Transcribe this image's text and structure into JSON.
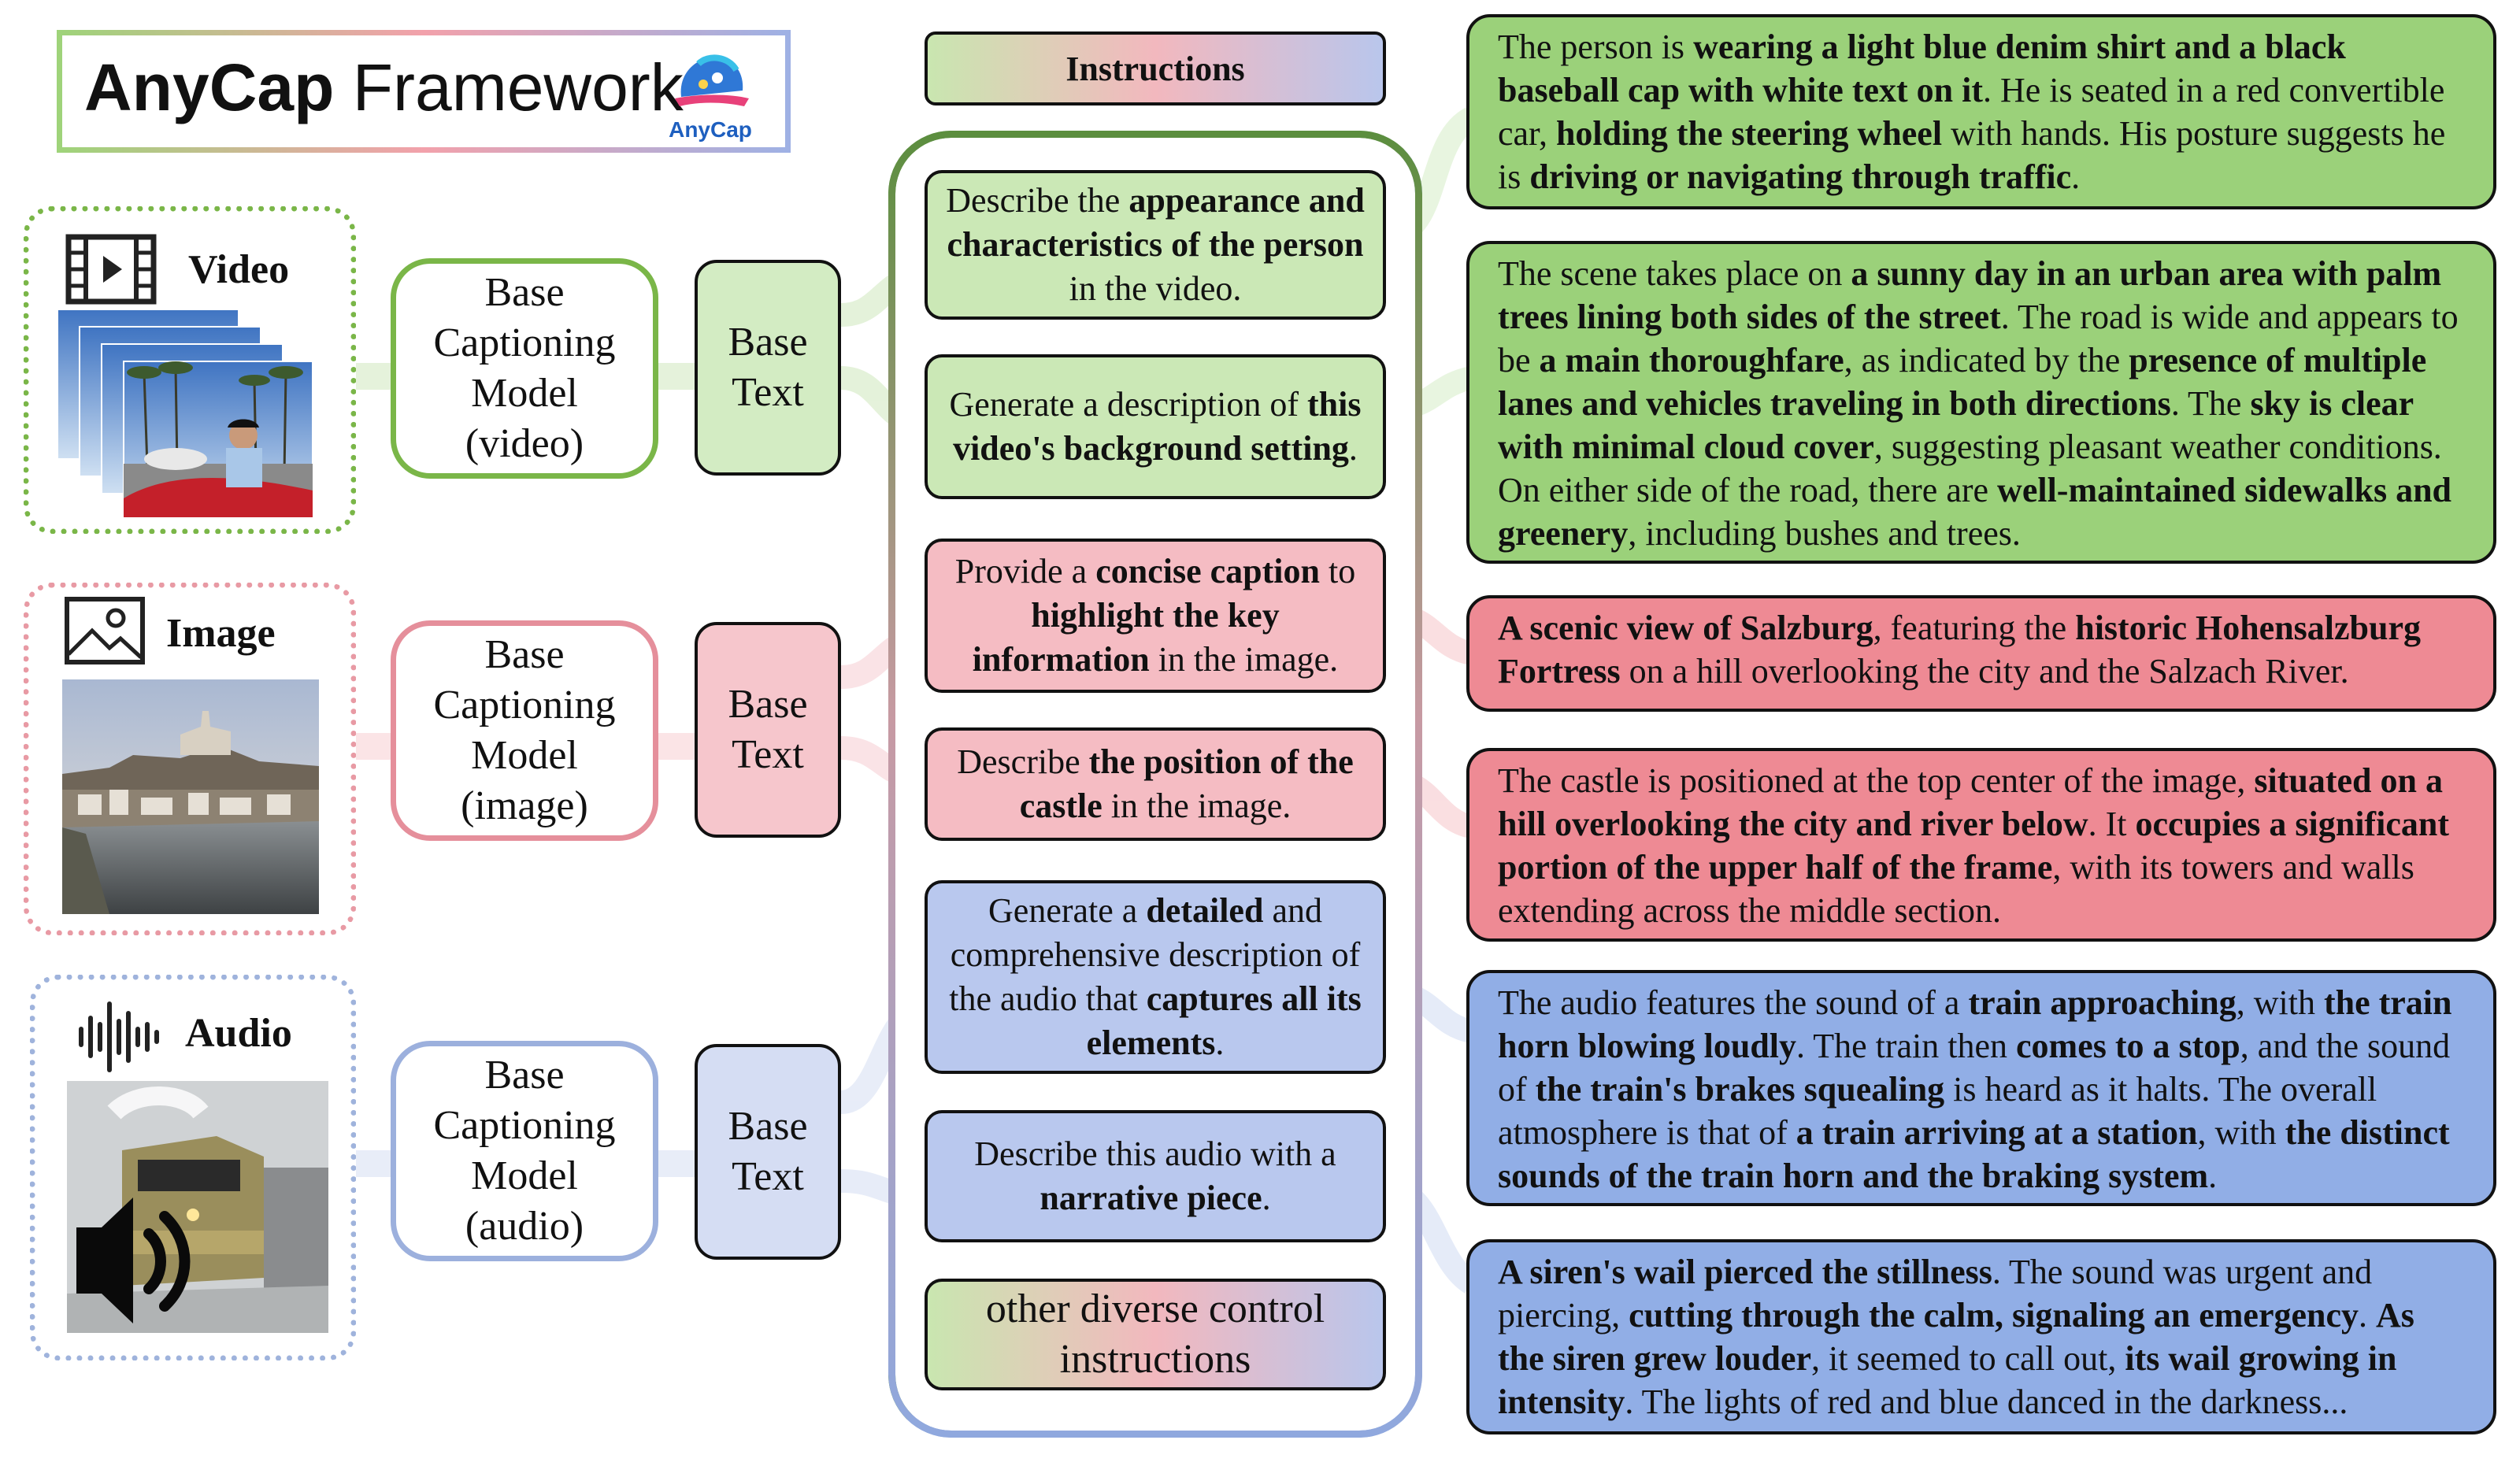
{
  "title": {
    "bold": "AnyCap",
    "rest": " Framework",
    "logo_text": "AnyCap"
  },
  "modalities": [
    {
      "label": "Video"
    },
    {
      "label": "Image"
    },
    {
      "label": "Audio"
    }
  ],
  "base_models": [
    {
      "lines": [
        "Base",
        "Captioning",
        "Model",
        "(video)"
      ]
    },
    {
      "lines": [
        "Base",
        "Captioning",
        "Model",
        "(image)"
      ]
    },
    {
      "lines": [
        "Base",
        "Captioning",
        "Model",
        "(audio)"
      ]
    }
  ],
  "base_text": {
    "lines": [
      "Base",
      "Text"
    ]
  },
  "instructions_header": "Instructions",
  "instructions": [
    {
      "parts": [
        [
          "Describe the ",
          false
        ],
        [
          "appearance and characteristics of the person",
          true
        ],
        [
          " in the video.",
          false
        ]
      ]
    },
    {
      "parts": [
        [
          "Generate a description of ",
          false
        ],
        [
          "this video's background setting",
          true
        ],
        [
          ".",
          false
        ]
      ]
    },
    {
      "parts": [
        [
          "Provide a ",
          false
        ],
        [
          "concise caption",
          true
        ],
        [
          " to ",
          false
        ],
        [
          "highlight the key information",
          true
        ],
        [
          " in the image.",
          false
        ]
      ]
    },
    {
      "parts": [
        [
          "Describe ",
          false
        ],
        [
          "the position of the castle",
          true
        ],
        [
          " in the image.",
          false
        ]
      ]
    },
    {
      "parts": [
        [
          "Generate a ",
          false
        ],
        [
          "detailed",
          true
        ],
        [
          " and comprehensive description of the audio that ",
          false
        ],
        [
          "captures all its elements",
          true
        ],
        [
          ".",
          false
        ]
      ]
    },
    {
      "parts": [
        [
          "Describe this audio with a ",
          false
        ],
        [
          "narrative piece",
          true
        ],
        [
          ".",
          false
        ]
      ]
    },
    {
      "parts": [
        [
          "other diverse control instructions",
          false
        ]
      ]
    }
  ],
  "outputs": [
    {
      "parts": [
        [
          "The person is ",
          false
        ],
        [
          "wearing a light blue denim shirt and a black baseball cap with white text on it",
          true
        ],
        [
          ". He is seated in a red convertible car, ",
          false
        ],
        [
          "holding the steering wheel",
          true
        ],
        [
          " with hands. His posture suggests he is ",
          false
        ],
        [
          "driving or navigating through traffic",
          true
        ],
        [
          ".",
          false
        ]
      ]
    },
    {
      "parts": [
        [
          "The scene takes place on ",
          false
        ],
        [
          "a sunny day in an urban area with palm trees lining both sides of the street",
          true
        ],
        [
          ". The road is wide and appears to be ",
          false
        ],
        [
          "a main thoroughfare",
          true
        ],
        [
          ", as indicated by the ",
          false
        ],
        [
          "presence of multiple lanes and vehicles traveling in both directions",
          true
        ],
        [
          ". The ",
          false
        ],
        [
          "sky is clear with minimal cloud cover",
          true
        ],
        [
          ", suggesting pleasant weather conditions. On either side of the road, there are ",
          false
        ],
        [
          "well-maintained sidewalks and greenery",
          true
        ],
        [
          ", including bushes and trees.",
          false
        ]
      ]
    },
    {
      "parts": [
        [
          "A scenic view of Salzburg",
          true
        ],
        [
          ", featuring the ",
          false
        ],
        [
          "historic Hohensalzburg Fortress",
          true
        ],
        [
          " on a hill overlooking the city and the Salzach River.",
          false
        ]
      ]
    },
    {
      "parts": [
        [
          "The castle is positioned at the top center of the image, ",
          false
        ],
        [
          "situated on a hill overlooking the city and river below",
          true
        ],
        [
          ". It ",
          false
        ],
        [
          "occupies a significant portion of the upper half of the frame",
          true
        ],
        [
          ", with its towers and walls extending across the middle section.",
          false
        ]
      ]
    },
    {
      "parts": [
        [
          "The audio features the sound of a ",
          false
        ],
        [
          "train approaching",
          true
        ],
        [
          ", with ",
          false
        ],
        [
          "the train horn blowing loudly",
          true
        ],
        [
          ". The train then ",
          false
        ],
        [
          "comes to a stop",
          true
        ],
        [
          ", and the sound of ",
          false
        ],
        [
          "the train's brakes squealing",
          true
        ],
        [
          " is heard as it halts. The overall atmosphere is that of ",
          false
        ],
        [
          "a train arriving at a station",
          true
        ],
        [
          ", with ",
          false
        ],
        [
          "the distinct sounds of the train horn and the braking system",
          true
        ],
        [
          ".",
          false
        ]
      ]
    },
    {
      "parts": [
        [
          "A siren's wail pierced the stillness",
          true
        ],
        [
          ". The sound was urgent and piercing, ",
          false
        ],
        [
          "cutting through the calm, signaling an emergency",
          true
        ],
        [
          ". ",
          false
        ],
        [
          "As the siren grew louder",
          true
        ],
        [
          ", it seemed to call out, ",
          false
        ],
        [
          "its wail growing in intensity",
          true
        ],
        [
          ". The lights of red and blue danced in the darkness...",
          false
        ]
      ]
    }
  ],
  "colors": {
    "green": "#7ab648",
    "pink": "#e58f9b",
    "blue": "#9cb0dd"
  }
}
